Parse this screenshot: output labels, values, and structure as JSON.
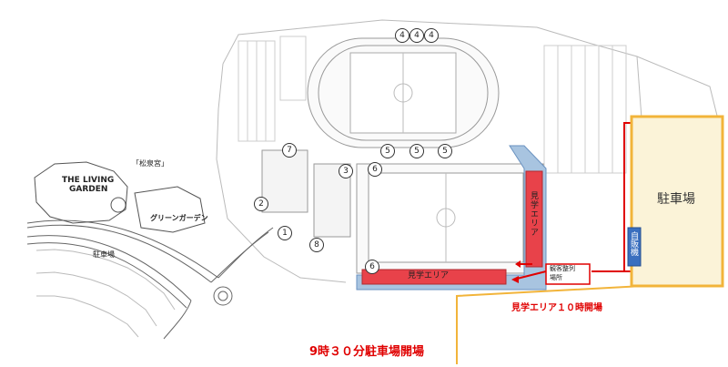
{
  "labels": {
    "living_garden_line1": "THE LIVING",
    "living_garden_line2": "GARDEN",
    "shoseian": "「松泉宮」",
    "green_garden": "グリーンガーデン",
    "parking_left": "駐車場",
    "parking_main": "駐車場",
    "vending_machine": "自販機",
    "viewing_area_right": "見学エリア",
    "viewing_area_bottom": "見学エリア",
    "lineup_place_line1": "観客整列",
    "lineup_place_line2": "場所"
  },
  "notices": {
    "viewing_area_open": "見学エリア１０時開場",
    "parking_open": "9時３０分駐車場開場"
  },
  "markers": {
    "top1": "4",
    "top2": "4",
    "top3": "4",
    "mid1": "5",
    "mid2": "5",
    "mid3": "5",
    "m7": "7",
    "m3": "3",
    "m6a": "6",
    "m2": "2",
    "m1": "1",
    "m8": "8",
    "m6b": "6"
  },
  "colors": {
    "viewing_area": "#e8424a",
    "blue_zone": "#a8c4e0",
    "parking_fill": "#fbf3d8",
    "parking_border": "#f2b43a",
    "notice_red": "#e00000",
    "vending_blue": "#3a6fbf"
  }
}
